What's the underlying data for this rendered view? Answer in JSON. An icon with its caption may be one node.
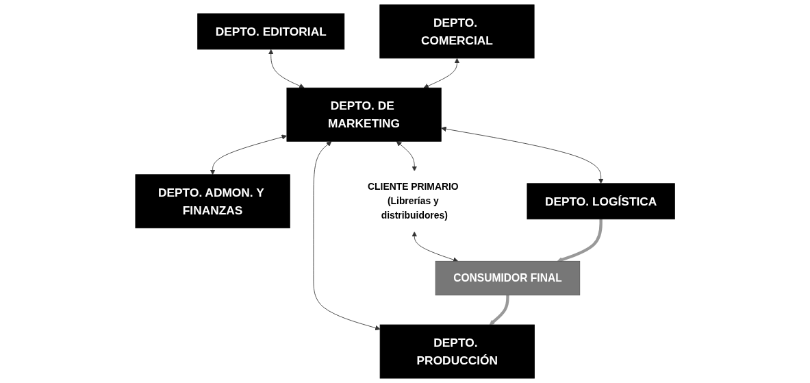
{
  "diagram": {
    "nodes": [
      {
        "text": [
          "DEPTO. EDITORIAL"
        ]
      },
      {
        "text": [
          "DEPTO. COMERCIAL"
        ]
      },
      {
        "text": [
          "DEPTO. DE MARKETING"
        ]
      },
      {
        "text": [
          "DEPTO. ADMON. Y FINANZAS"
        ]
      },
      {
        "text": [
          "DEPTO. PRODUCCIÓN"
        ]
      },
      {
        "text": [
          "DEPTO. LOGÍSTICA"
        ]
      },
      {
        "text": [
          "CLIENTE PRIMARIO (Librerías y distribuidores)"
        ]
      },
      {
        "text": [
          "CONSUMIDOR FINAL"
        ]
      }
    ],
    "edges": [
      {
        "from": 0,
        "to": 2,
        "arrow": "both"
      },
      {
        "from": 1,
        "to": 2,
        "arrow": "both"
      },
      {
        "from": 2,
        "to": 3,
        "arrow": "both"
      },
      {
        "from": 2,
        "to": 4,
        "arrow": "both"
      },
      {
        "from": 2,
        "to": 5,
        "arrow": "both"
      },
      {
        "from": 2,
        "to": 6,
        "arrow": "both"
      },
      {
        "from": 6,
        "to": 7,
        "arrow": "both"
      },
      {
        "from": 7,
        "to": 4,
        "arrow": "to",
        "style": "thick",
        "color": "#999999"
      },
      {
        "from": 5,
        "to": 7,
        "arrow": "to",
        "style": "thick",
        "color": "#999999"
      }
    ]
  }
}
